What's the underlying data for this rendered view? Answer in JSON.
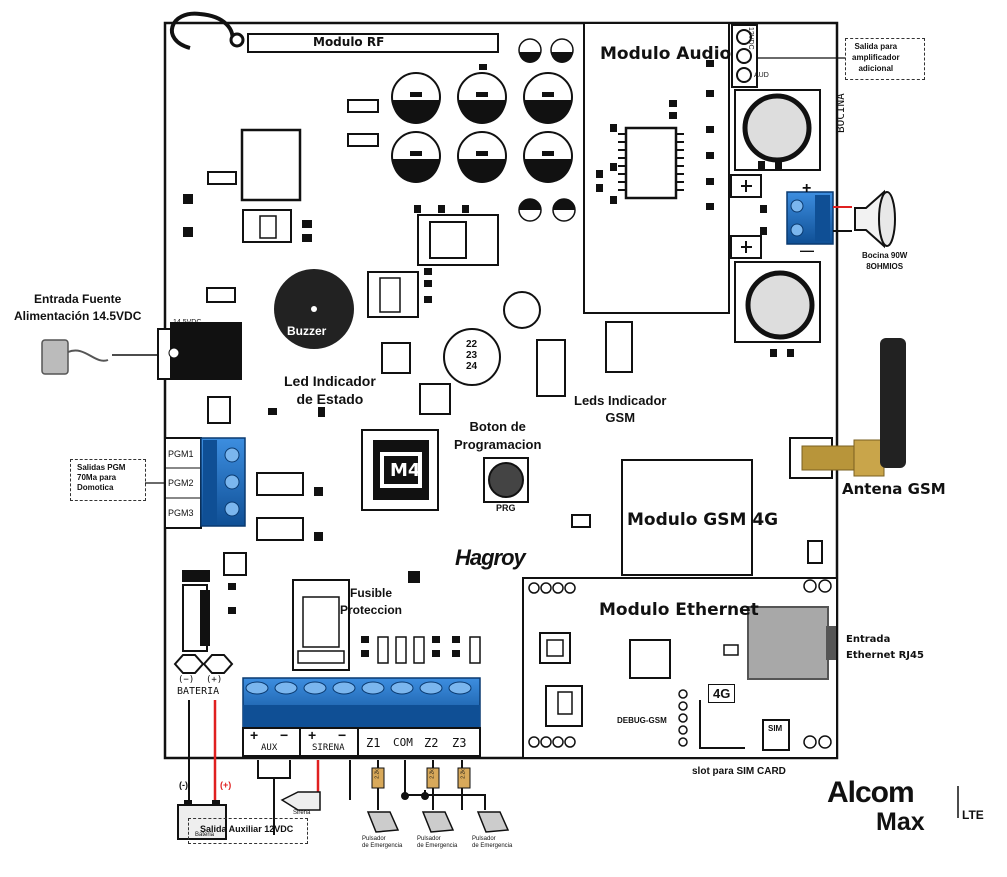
{
  "board": {
    "rf_module": "Modulo RF",
    "audio_module": "Modulo Audio",
    "gsm_module": "Modulo GSM 4G",
    "ethernet_module": "Modulo Ethernet",
    "buzzer": "Buzzer",
    "status_led": "Led Indicador\nde Estado",
    "gsm_leds": "Leds Indicador\nGSM",
    "prog_button": "Boton de\nProgramacion",
    "prg": "PRG",
    "chip": "M4",
    "brand": "Hagroy",
    "fuse": "Fusible\nProteccion",
    "power_in_label": "14.5VDC",
    "aud_12vdc": "12VDC",
    "aud": "AUD",
    "speaker_header": "BOCINA",
    "plus": "+",
    "minus": "—",
    "debug": "DEBUG-GSM",
    "badge_4g": "4G",
    "sim": "SIM",
    "pgm": [
      "PGM1",
      "PGM2",
      "PGM3"
    ],
    "battery": "BATERIA",
    "battery_signs": [
      "(−)",
      "(+)"
    ],
    "terminals": {
      "aux": "AUX",
      "sirena": "SIRENA",
      "z1": "Z1",
      "com": "COM",
      "z2": "Z2",
      "z3": "Z3",
      "pm": [
        "+",
        "−",
        "+",
        "−"
      ]
    },
    "rom_numbers": [
      "22",
      "23",
      "24"
    ]
  },
  "callouts": {
    "power_input": "Entrada Fuente\nAlimentación 14.5VDC",
    "pgm_outputs": "Salidas PGM\n70Ma para\nDomotica",
    "amp_output": "Salida para\namplificador\nadicional",
    "speaker": "Bocina 90W\n8OHMIOS",
    "gsm_antenna": "Antena GSM",
    "ethernet_in": "Entrada\nEthernet RJ45",
    "sim_slot": "slot para SIM CARD",
    "aux_output": "Salida Auxiliar 12VDC",
    "battery_neg": "(-)",
    "battery_pos": "(+)",
    "battery_small": "Bateria",
    "siren_small": "Sirena",
    "panic": [
      "Pulsador\nde Emergencia",
      "Pulsador\nde Emergencia",
      "Pulsador\nde Emergencia"
    ],
    "resistor": "2.2k"
  },
  "logo": {
    "line1": "Alcom",
    "line2": "Max",
    "tag": "LTE"
  },
  "colors": {
    "terminal_blue": "#1f6fc0",
    "terminal_blue_dark": "#0f4f95",
    "antenna_gold": "#b8953a",
    "wire_red": "#e02020",
    "rj45_gray": "#a8a8a8"
  }
}
